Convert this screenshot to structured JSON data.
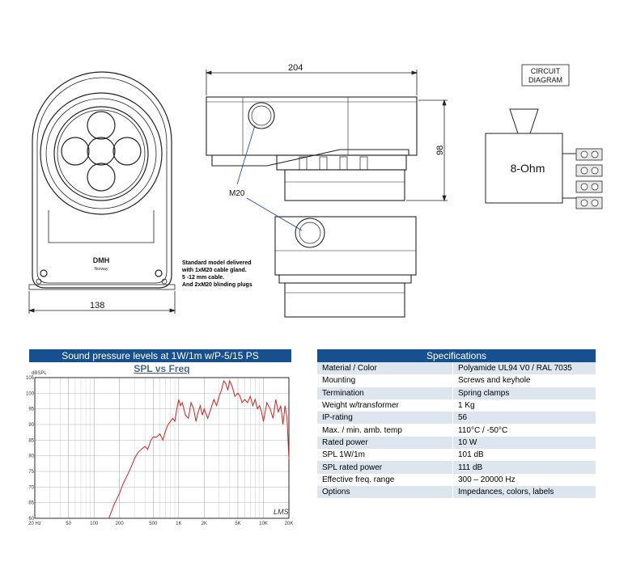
{
  "drawing": {
    "dim_width_side": "204",
    "dim_height_side": "98",
    "dim_width_front": "138",
    "gland_label": "M20",
    "logo_brand": "DMH",
    "logo_sub": "Norway",
    "notes": [
      "Standard model delivered",
      "with 1xM20 cable gland.",
      "5 -12 mm cable.",
      "And 2xM20 blinding plugs"
    ]
  },
  "circuit": {
    "title_line1": "CIRCUIT",
    "title_line2": "DIAGRAM",
    "impedance": "8-Ohm"
  },
  "spl": {
    "header": "Sound pressure levels at 1W/1m  w/P-5/15 PS",
    "chart_title": "SPL vs Freq",
    "unit_label": "dBSPL",
    "watermark": "LMS"
  },
  "chart_data": {
    "type": "line",
    "title": "SPL vs Freq",
    "ylabel": "dBSPL",
    "xlabel": "",
    "x_scale": "log",
    "xlim": [
      20,
      20000
    ],
    "ylim": [
      60,
      105
    ],
    "x_tick_labels": [
      "20 Hz",
      "50",
      "100",
      "200",
      "500",
      "1K",
      "2K",
      "5K",
      "10K",
      "20K"
    ],
    "x_tick_values": [
      20,
      50,
      100,
      200,
      500,
      1000,
      2000,
      5000,
      10000,
      20000
    ],
    "y_ticks": [
      60,
      65,
      70,
      75,
      80,
      85,
      90,
      95,
      100,
      105
    ],
    "grid": true,
    "line_color": "#d62020",
    "series": [
      {
        "x": [
          150,
          170,
          200,
          220,
          250,
          280,
          300,
          330,
          360,
          400,
          430,
          470,
          500,
          550,
          600,
          650,
          700,
          750,
          800,
          850,
          900,
          950,
          1000,
          1050,
          1100,
          1200,
          1300,
          1400,
          1500,
          1600,
          1700,
          1800,
          1900,
          2000,
          2200,
          2400,
          2600,
          2800,
          3000,
          3200,
          3400,
          3600,
          3800,
          4000,
          4300,
          4600,
          5000,
          5300,
          5600,
          6000,
          6500,
          7000,
          7500,
          8000,
          8500,
          9000,
          9500,
          10000,
          11000,
          12000,
          13000,
          14000,
          15000,
          16000,
          17000,
          18000,
          19000,
          20000
        ],
        "values": [
          60,
          64,
          68,
          71,
          74,
          77,
          79,
          81,
          82,
          83,
          82,
          85,
          86,
          86,
          87,
          85,
          88,
          90,
          91,
          92,
          91,
          95,
          98,
          96,
          97,
          93,
          92,
          97,
          95,
          91,
          94,
          96,
          93,
          95,
          92,
          95,
          98,
          96,
          99,
          101,
          104,
          103,
          101,
          104,
          102,
          99,
          100,
          99,
          97,
          98,
          97,
          99,
          96,
          98,
          95,
          96,
          94,
          91,
          97,
          95,
          92,
          98,
          94,
          96,
          90,
          96,
          92,
          79
        ]
      }
    ]
  },
  "specs": {
    "header": "Specifications",
    "rows": [
      {
        "label": "Material / Color",
        "value": "Polyamide UL94 V0 / RAL 7035"
      },
      {
        "label": "Mounting",
        "value": "Screws and keyhole"
      },
      {
        "label": "Termination",
        "value": "Spring clamps"
      },
      {
        "label": "Weight w/transformer",
        "value": "1 Kg"
      },
      {
        "label": "IP-rating",
        "value": "56"
      },
      {
        "label": "Max. / min. amb. temp",
        "value": "110°C / -50°C"
      },
      {
        "label": "Rated power",
        "value": "10 W"
      },
      {
        "label": "SPL 1W/1m",
        "value": "101 dB"
      },
      {
        "label": "SPL rated power",
        "value": "111 dB"
      },
      {
        "label": "Effective freq. range",
        "value": "300 – 20000 Hz"
      },
      {
        "label": "Options",
        "value": "Impedances, colors, labels"
      }
    ]
  }
}
